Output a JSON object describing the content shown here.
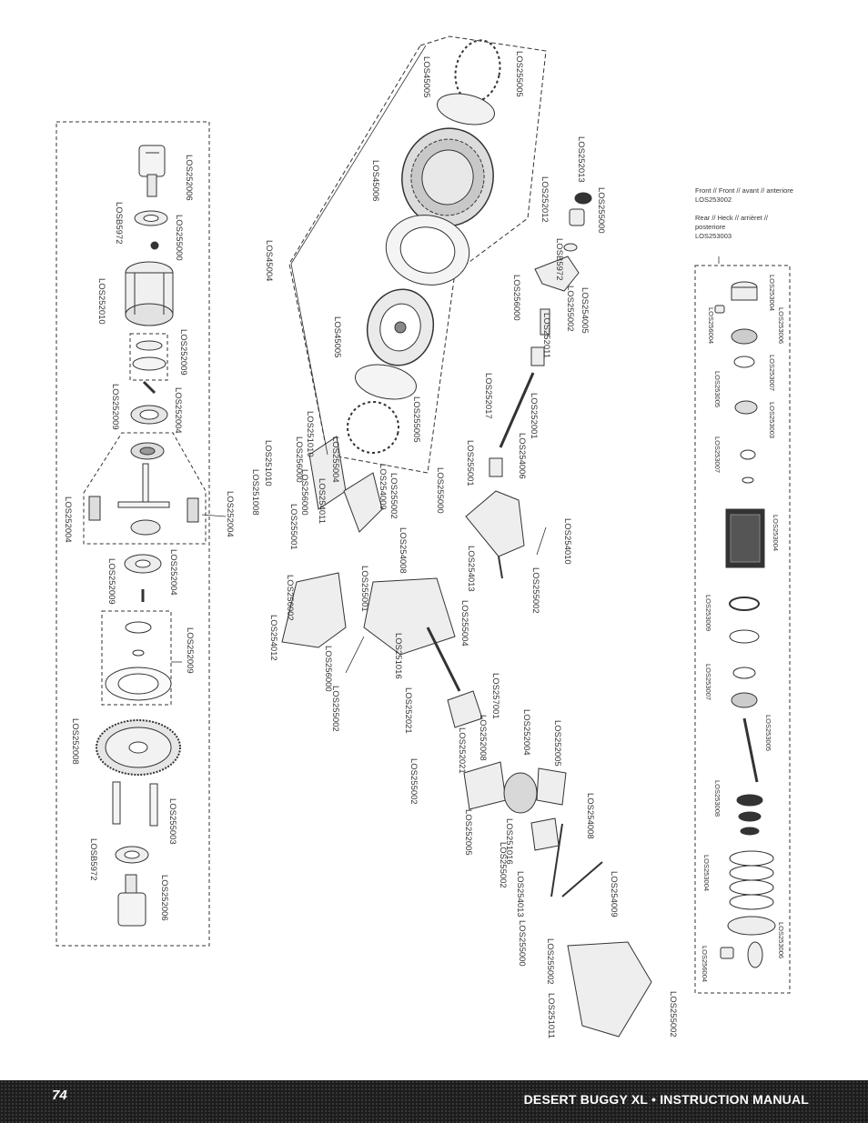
{
  "footer": {
    "page_number": "74",
    "manual_title": "DESERT BUGGY XL • INSTRUCTION MANUAL"
  },
  "legend": {
    "front_label": "Front // Front // avant // anteriore",
    "front_part": "LOS253002",
    "rear_label": "Rear // Heck // arrièret // posteriore",
    "rear_part": "LOS253003"
  },
  "diff_labels": [
    "LOS252006",
    "LOS255000",
    "LOSB5972",
    "LOS252010",
    "LOS252009",
    "LOS252009",
    "LOS252004",
    "LOS252004",
    "LOS252004",
    "LOS252009",
    "LOS252004",
    "LOS252009",
    "LOS252008",
    "LOS255003",
    "LOSB5972",
    "LOS252006"
  ],
  "wheel_labels": [
    "LOS45005",
    "LOS255005",
    "LOS45006",
    "LOS45004",
    "LOS45005",
    "LOS255005"
  ],
  "hub_labels": [
    "LOS252013",
    "LOS252012",
    "LOS255000",
    "LOS256000",
    "LOSB5972",
    "LOS252011",
    "LOS255002",
    "LOS254005",
    "LOS252017",
    "LOS252001",
    "LOS254006",
    "LOS255001",
    "LOS255000",
    "LOS254013",
    "LOS255002",
    "LOS254010"
  ],
  "chassis_labels": [
    "LOS251010",
    "LOS256000",
    "LOS251010",
    "LOS251008",
    "LOS255001",
    "LOS256000",
    "LOS254011",
    "LOS255004",
    "LOS254009",
    "LOS255002",
    "LOS256002",
    "LOS254012",
    "LOS256000",
    "LOS255002",
    "LOS255001",
    "LOS254008",
    "LOS251016",
    "LOS255004",
    "LOS252021",
    "LOS257001",
    "LOS252021",
    "LOS252008",
    "LOS252004",
    "LOS252005",
    "LOS255002",
    "LOS252005",
    "LOS251016",
    "LOS255002",
    "LOS254013",
    "LOS254008",
    "LOS255000",
    "LOS254009",
    "LOS255002",
    "LOS251011",
    "LOS255002"
  ],
  "shock_labels": [
    "LOS256004",
    "LOS253004",
    "LOS253006",
    "LOS253007",
    "LOS253005",
    "LOS253003",
    "LOS253007",
    "LOS253004",
    "LOS253009",
    "LOS253007",
    "LOS253005",
    "LOS253008",
    "LOS253004",
    "LOS256004",
    "LOS253006"
  ]
}
